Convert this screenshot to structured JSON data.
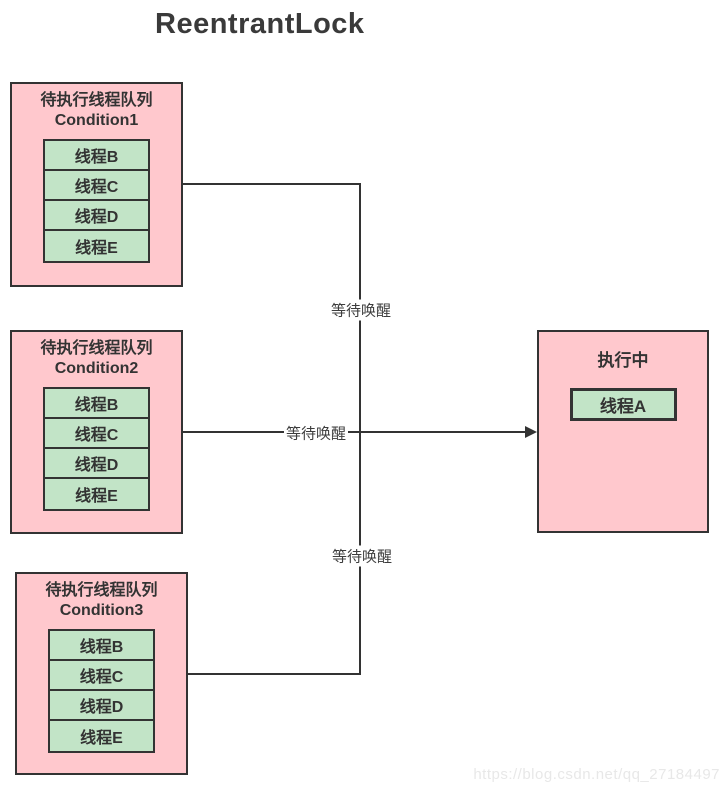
{
  "title": "ReentrantLock",
  "colors": {
    "box_fill_pink": "#ffc8cd",
    "cell_fill_green": "#c2e4c7",
    "border": "#333333",
    "label_text": "#3d3d3d",
    "watermark_text": "#e8e8e8"
  },
  "queues": [
    {
      "title": "待执行线程队列",
      "condition": "Condition1",
      "threads": [
        "线程B",
        "线程C",
        "线程D",
        "线程E"
      ]
    },
    {
      "title": "待执行线程队列",
      "condition": "Condition2",
      "threads": [
        "线程B",
        "线程C",
        "线程D",
        "线程E"
      ]
    },
    {
      "title": "待执行线程队列",
      "condition": "Condition3",
      "threads": [
        "线程B",
        "线程C",
        "线程D",
        "线程E"
      ]
    }
  ],
  "executing": {
    "title": "执行中",
    "thread": "线程A"
  },
  "edge_labels": [
    "等待唤醒",
    "等待唤醒",
    "等待唤醒"
  ],
  "watermark": "https://blog.csdn.net/qq_27184497"
}
